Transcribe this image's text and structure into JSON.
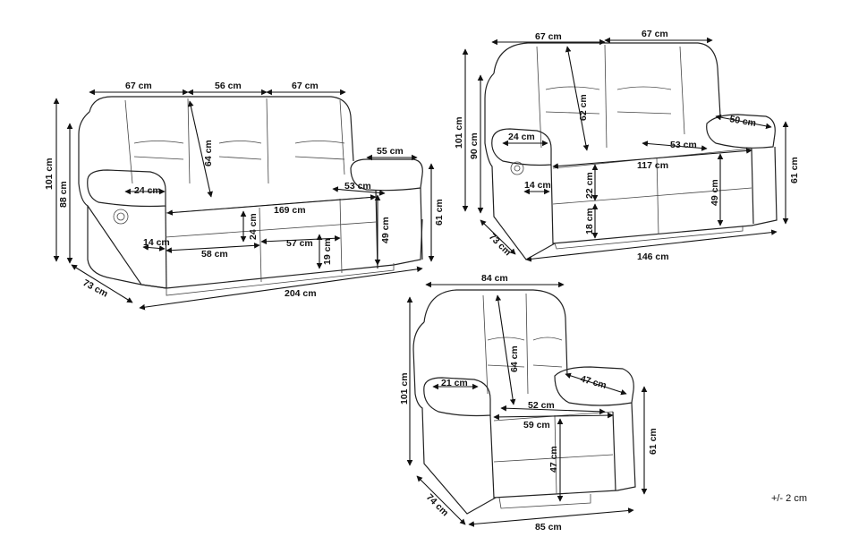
{
  "tolerance": "+/- 2 cm",
  "sofa_3_seater": {
    "seat_width_left": "67 cm",
    "seat_width_middle": "56 cm",
    "seat_width_right": "67 cm",
    "total_height": "101 cm",
    "back_height": "88 cm",
    "back_cushion_height": "64 cm",
    "armrest_top_width_left": "24 cm",
    "armrest_depth": "55 cm",
    "armrest_front_depth": "53 cm",
    "inner_width": "169 cm",
    "seat_cushion_height": "24 cm",
    "arm_height": "61 cm",
    "seat_height": "49 cm",
    "arm_front_width": "14 cm",
    "footrest_width_left": "58 cm",
    "footrest_width_right": "57 cm",
    "footrest_height": "19 cm",
    "depth": "73 cm",
    "total_width": "204 cm"
  },
  "sofa_2_seater": {
    "seat_width_left": "67 cm",
    "seat_width_right": "67 cm",
    "total_height": "101 cm",
    "back_height": "90 cm",
    "back_cushion_height": "62 cm",
    "armrest_top_width_left": "24 cm",
    "armrest_top_width_right": "50 cm",
    "seat_depth": "53 cm",
    "inner_width": "117 cm",
    "seat_cushion_height": "22 cm",
    "arm_front_width": "14 cm",
    "footrest_height": "18 cm",
    "seat_height": "49 cm",
    "arm_height": "61 cm",
    "depth": "73 cm",
    "total_width": "146 cm"
  },
  "armchair": {
    "top_width": "84 cm",
    "total_height": "101 cm",
    "back_cushion_height": "64 cm",
    "armrest_top_width_left": "21 cm",
    "armrest_top_width_right": "47 cm",
    "seat_depth": "52 cm",
    "seat_width": "59 cm",
    "seat_height": "47 cm",
    "arm_height": "61 cm",
    "depth": "74 cm",
    "total_width": "85 cm"
  }
}
